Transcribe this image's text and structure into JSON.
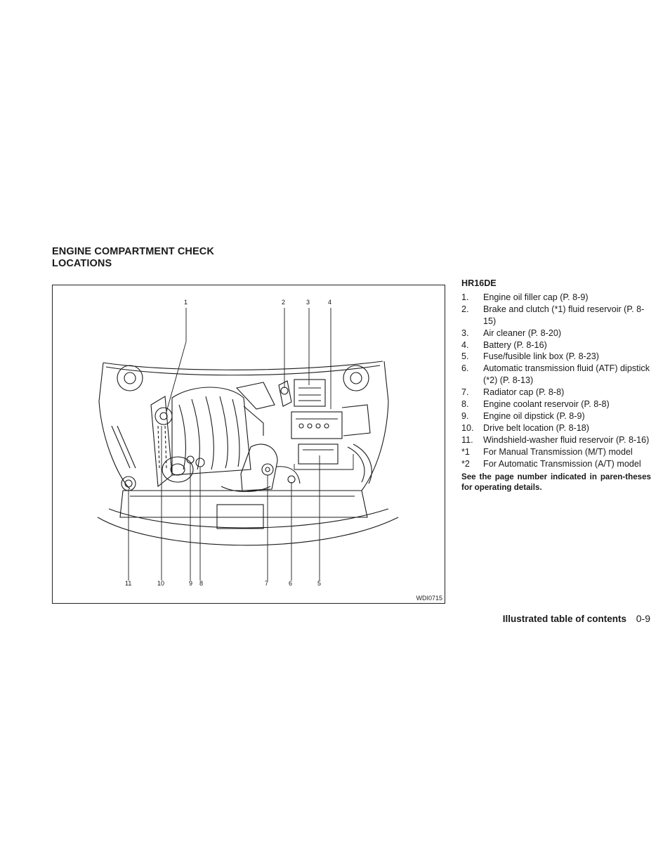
{
  "heading": {
    "line1": "ENGINE COMPARTMENT CHECK",
    "line2": "LOCATIONS"
  },
  "figure": {
    "code": "WDI0715",
    "top_callouts": [
      "1",
      "2",
      "3",
      "4"
    ],
    "bottom_callouts": [
      "11",
      "10",
      "9",
      "8",
      "7",
      "6",
      "5"
    ]
  },
  "model_heading": "HR16DE",
  "items": [
    {
      "num": "1.",
      "text": "Engine oil filler cap (P. 8-9)"
    },
    {
      "num": "2.",
      "text": "Brake and clutch (*1) fluid reservoir (P. 8-15)"
    },
    {
      "num": "3.",
      "text": "Air cleaner (P. 8-20)"
    },
    {
      "num": "4.",
      "text": "Battery (P. 8-16)"
    },
    {
      "num": "5.",
      "text": "Fuse/fusible link box (P. 8-23)"
    },
    {
      "num": "6.",
      "text": "Automatic transmission fluid (ATF) dipstick (*2) (P. 8-13)"
    },
    {
      "num": "7.",
      "text": "Radiator cap (P. 8-8)"
    },
    {
      "num": "8.",
      "text": "Engine coolant reservoir (P. 8-8)"
    },
    {
      "num": "9.",
      "text": "Engine oil dipstick (P. 8-9)"
    },
    {
      "num": "10.",
      "text": "Drive belt location (P. 8-18)"
    },
    {
      "num": "11.",
      "text": "Windshield-washer fluid reservoir (P. 8-16)"
    },
    {
      "num": "*1",
      "text": "For Manual Transmission (M/T) model"
    },
    {
      "num": "*2",
      "text": "For Automatic Transmission (A/T) model"
    }
  ],
  "note": "See the page number indicated in paren-theses for operating details.",
  "footer": {
    "section": "Illustrated table of contents",
    "page": "0-9"
  }
}
